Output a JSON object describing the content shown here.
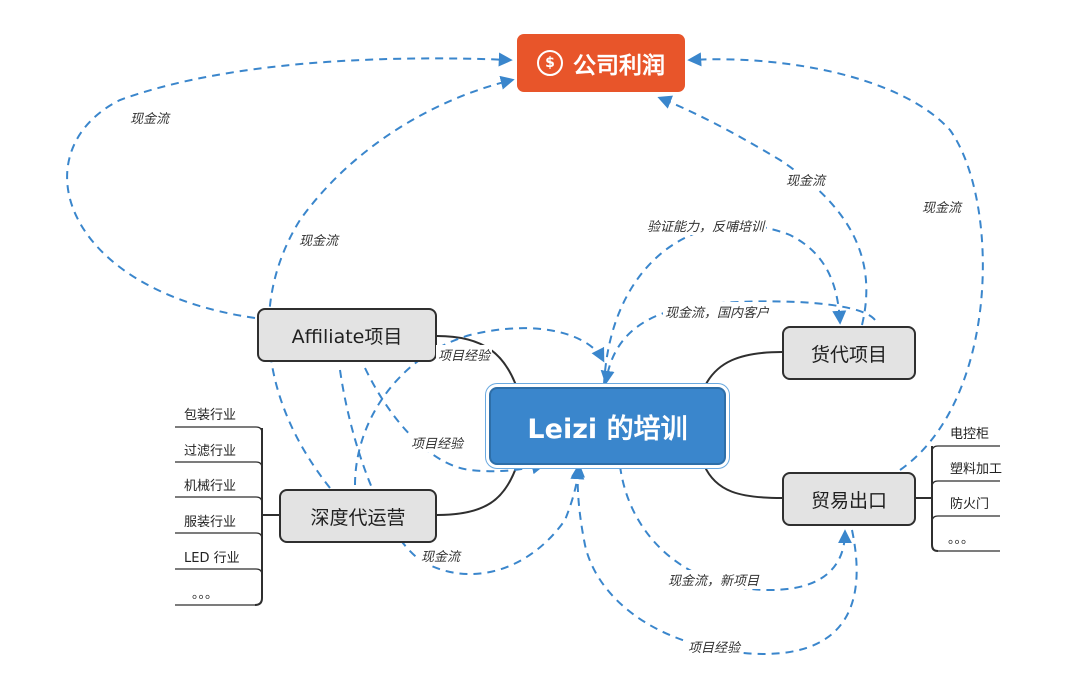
{
  "nodes": {
    "profit": "公司利润",
    "profit_icon": "$",
    "center": "Leizi 的培训",
    "affiliate": "Affiliate项目",
    "shendu": "深度代运营",
    "huodai": "货代项目",
    "maoyi": "贸易出口"
  },
  "shendu_children": [
    "包装行业",
    "过滤行业",
    "机械行业",
    "服装行业",
    "LED 行业",
    "。。。"
  ],
  "maoyi_children": [
    "电控柜",
    "塑料加工",
    "防火门",
    "。。。"
  ],
  "edge_labels": {
    "affiliate_to_profit": "现金流",
    "shendu_to_profit": "现金流",
    "huodai_to_profit": "现金流",
    "maoyi_to_profit": "现金流",
    "center_to_huodai": "验证能力，反哺培训",
    "huodai_to_center": "现金流，国内客户",
    "shendu_to_center_exp": "项目经验",
    "affiliate_to_center_exp": "项目经验",
    "shendu_to_center_cash": "现金流",
    "center_to_maoyi_cash": "现金流，新项目",
    "maoyi_to_center_exp": "项目经验"
  },
  "colors": {
    "profit_bg": "#e8552a",
    "center_bg": "#3a86cc",
    "node_bg": "#e3e3e3",
    "dashed_arrow": "#3a86cc"
  }
}
